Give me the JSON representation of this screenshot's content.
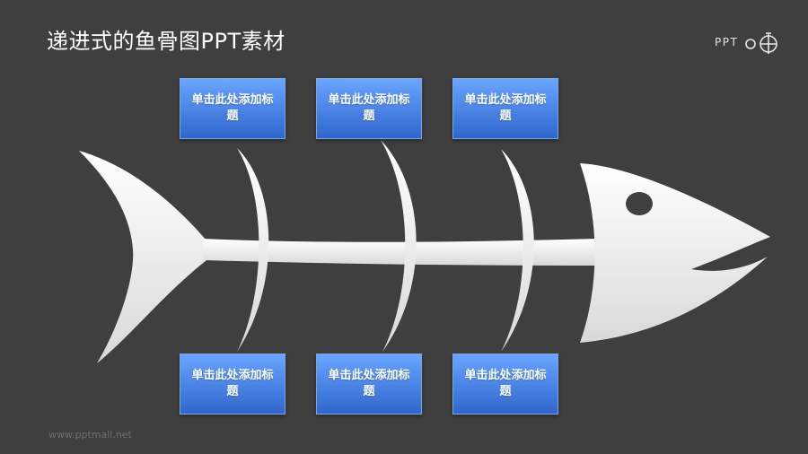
{
  "header": {
    "title": "递进式的鱼骨图PPT素材",
    "brand_text": "PPT"
  },
  "diagram": {
    "top_labels": [
      "单击此处添加标题",
      "单击此处添加标题",
      "单击此处添加标题"
    ],
    "bottom_labels": [
      "单击此处添加标题",
      "单击此处添加标题",
      "单击此处添加标题"
    ]
  },
  "footer": {
    "url": "www.pptmall.net"
  },
  "colors": {
    "background": "#3f3f3f",
    "box_top": "#6aa5ff",
    "box_bottom": "#2f66cc",
    "fish": "#f2f2f2"
  }
}
